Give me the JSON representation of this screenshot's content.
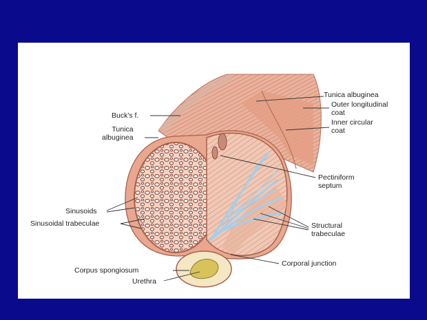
{
  "labels": {
    "bucks_fascia": "Buck's f.",
    "tunica_left_1": "Tunica",
    "tunica_left_2": "albuginea",
    "tunica_right": "Tunica albuginea",
    "outer_coat_1": "Outer longitudinal",
    "outer_coat_2": "coat",
    "inner_coat_1": "Inner circular",
    "inner_coat_2": "coat",
    "pectiniform_1": "Pectiniform",
    "pectiniform_2": "septum",
    "sinusoids": "Sinusoids",
    "sinusoidal_trabeculae": "Sinusoidal trabeculae",
    "structural_1": "Structural",
    "structural_2": "trabeculae",
    "corpus_spongiosum": "Corpus spongiosum",
    "urethra": "Urethra",
    "corporal_junction": "Corporal junction"
  },
  "colors": {
    "background": "#0a0a8c",
    "panel": "#ffffff",
    "tunica": "#e9a78f",
    "tissue": "#f3c2ac",
    "sinusoid_wall": "#8a4f43",
    "septum_blue": "#a8cde8",
    "spongiosum": "#f3e7c4",
    "urethra": "#d8c25a"
  }
}
